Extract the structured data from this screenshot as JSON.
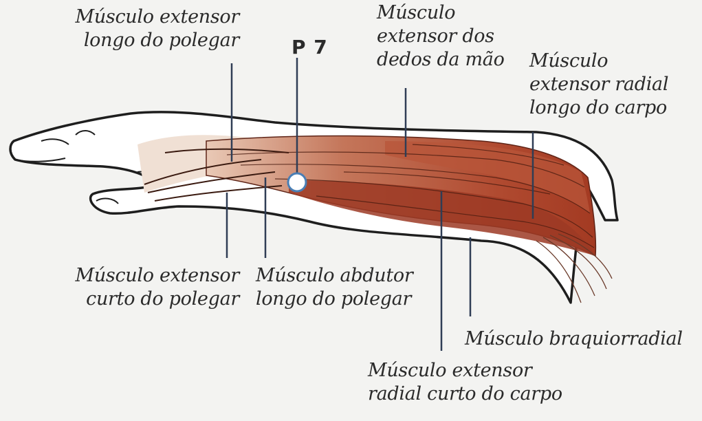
{
  "point": {
    "label": "P 7",
    "marker_color": "#ffffff",
    "ring_color": "#4a7fb5"
  },
  "colors": {
    "muscle": "#b5533a",
    "muscle_dark": "#7a2a1c",
    "tendon": "#e8d2c2",
    "outline": "#1e1e1e"
  },
  "labels": {
    "extensor_longo_polegar": [
      "Músculo extensor",
      "longo do polegar"
    ],
    "extensor_dedos": [
      "Músculo",
      "extensor dos",
      "dedos da mão"
    ],
    "extensor_radial_longo": [
      "Músculo",
      "extensor radial",
      "longo do carpo"
    ],
    "extensor_curto_polegar": [
      "Músculo extensor",
      "curto do polegar"
    ],
    "abdutor_longo_polegar": [
      "Músculo abdutor",
      "longo do polegar"
    ],
    "braquiorradial": [
      "Músculo braquiorradial"
    ],
    "extensor_radial_curto": [
      "Músculo extensor",
      "radial curto do carpo"
    ]
  }
}
